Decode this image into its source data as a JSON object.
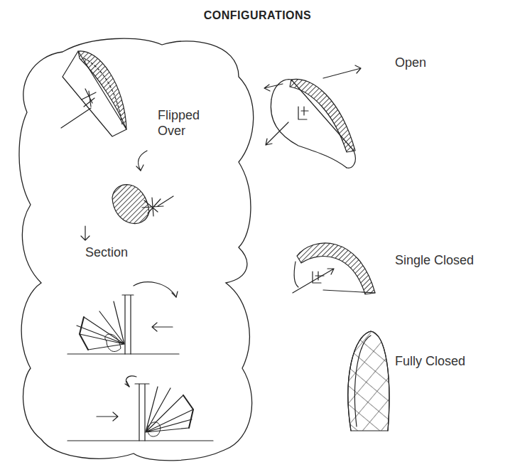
{
  "diagram": {
    "title": "CONFIGURATIONS",
    "nodes": [
      {
        "text": [
          "Flipped Over",
          "Section"
        ]
      }
    ],
    "labels": [
      "Open",
      "Single Closed",
      "Fully Closed"
    ]
  }
}
